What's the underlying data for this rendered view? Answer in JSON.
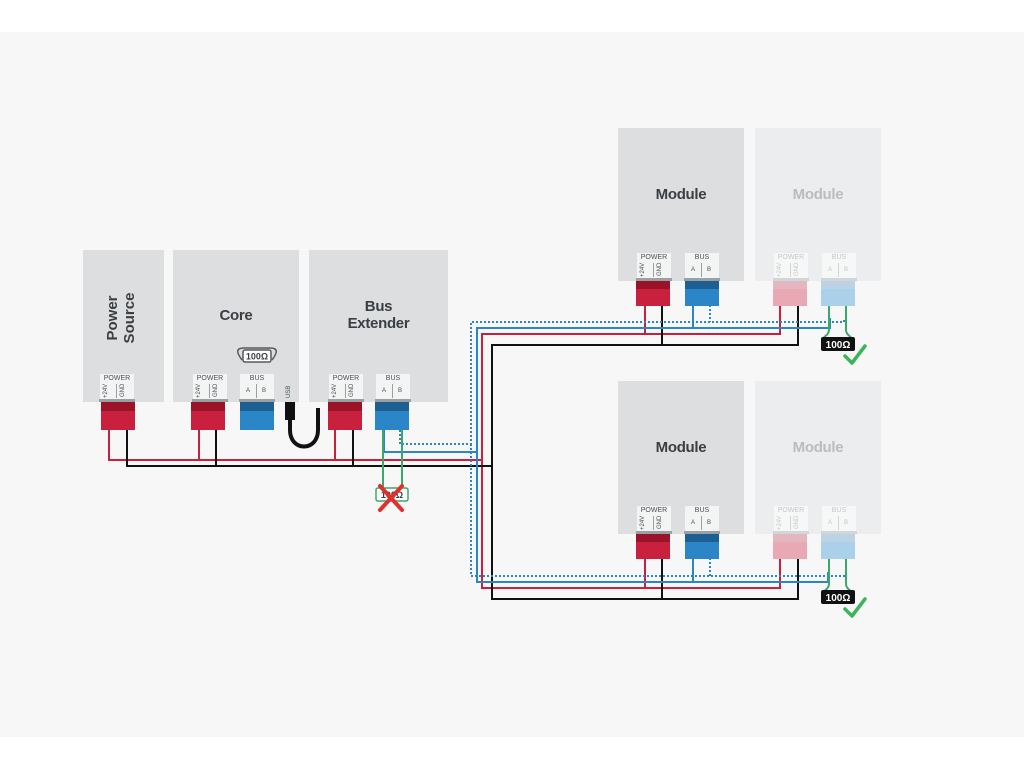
{
  "boxes": {
    "power_source": {
      "title": "Power\nSource",
      "terminal": "POWER",
      "pins": [
        "+24V",
        "GND"
      ]
    },
    "core": {
      "title": "Core",
      "power": "POWER",
      "power_pins": [
        "+24V",
        "GND"
      ],
      "bus": "BUS",
      "bus_pins": [
        "A",
        "B"
      ],
      "resistor": "100Ω",
      "usb": "USB"
    },
    "bus_extender": {
      "title": "Bus\nExtender",
      "power": "POWER",
      "power_pins": [
        "+24V",
        "GND"
      ],
      "bus": "BUS",
      "bus_pins": [
        "A",
        "B"
      ],
      "resistor": "100Ω"
    },
    "module_top": {
      "title": "Module",
      "power": "POWER",
      "power_pins": [
        "+24V",
        "GND"
      ],
      "bus": "BUS",
      "bus_pins": [
        "A",
        "B"
      ]
    },
    "module_top_faded": {
      "title": "Module",
      "power": "POWER",
      "power_pins": [
        "+24V",
        "GND"
      ],
      "bus": "BUS",
      "bus_pins": [
        "A",
        "B"
      ],
      "resistor": "100Ω"
    },
    "module_bottom": {
      "title": "Module",
      "power": "POWER",
      "power_pins": [
        "+24V",
        "GND"
      ],
      "bus": "BUS",
      "bus_pins": [
        "A",
        "B"
      ]
    },
    "module_bottom_faded": {
      "title": "Module",
      "power": "POWER",
      "power_pins": [
        "+24V",
        "GND"
      ],
      "bus": "BUS",
      "bus_pins": [
        "A",
        "B"
      ],
      "resistor": "100Ω"
    }
  },
  "colors": {
    "power_red": "#c8203d",
    "power_red_dark": "#9b1328",
    "bus_blue": "#2a86c6",
    "bus_blue_dark": "#1c5f93",
    "wire_red": "#c8203d",
    "wire_black": "#111111",
    "wire_blue": "#2a86c6",
    "wire_green": "#3aa869",
    "check_green": "#3cb55a",
    "cross_red": "#e0302e"
  },
  "status": {
    "bus_extender_termination": "invalid",
    "top_module_termination": "valid",
    "bottom_module_termination": "valid"
  }
}
